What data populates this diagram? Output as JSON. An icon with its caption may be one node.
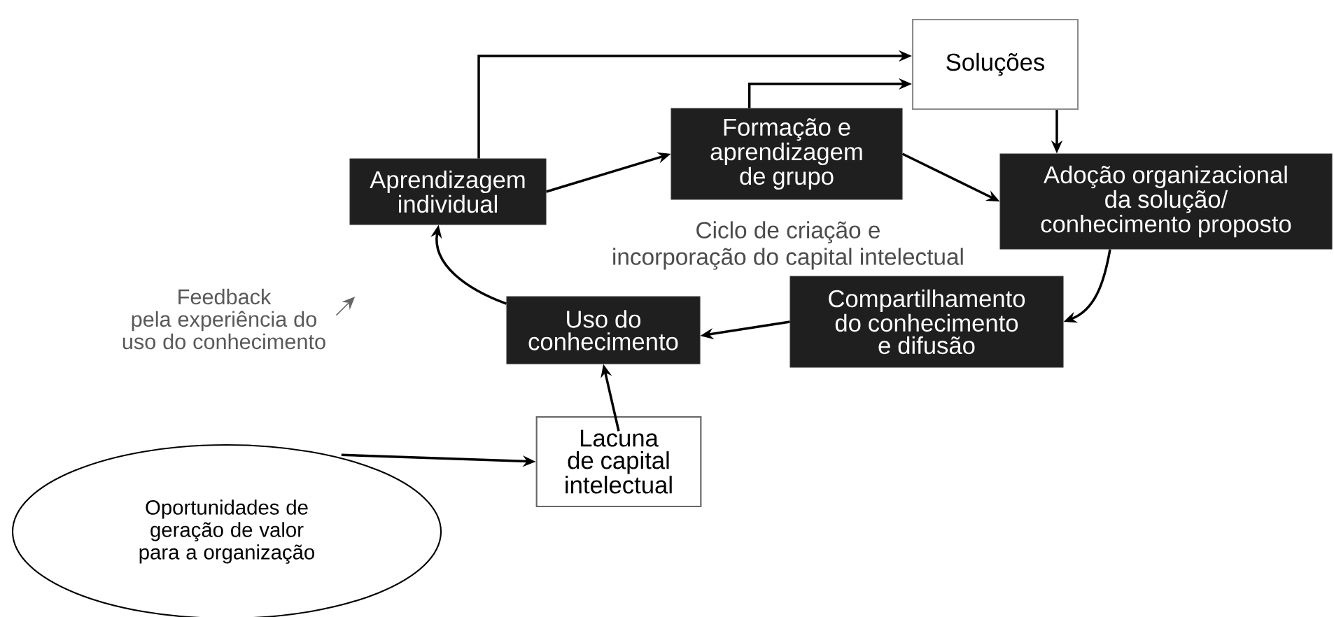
{
  "diagram": {
    "nodes": [
      {
        "text": [
          "Soluções"
        ]
      },
      {
        "text": [
          "Aprendizagem individual"
        ]
      },
      {
        "text": [
          "Formação e aprendizagem de grupo"
        ]
      },
      {
        "text": [
          "Adoção organizacional da solução/ conhecimento proposto"
        ]
      },
      {
        "text": [
          "Compartilhamento do conhecimento e difusão"
        ]
      },
      {
        "text": [
          "Uso do conhecimento"
        ]
      },
      {
        "text": [
          "Lacuna de capital intelectual"
        ]
      },
      {
        "text": [
          "Oportunidades de geração de valor para a organização"
        ]
      },
      {
        "text": [
          "Feedback",
          "pela experiência do uso do conhecimento"
        ]
      }
    ],
    "edges": [
      {
        "from": 1,
        "to": 0,
        "arrow": "to"
      },
      {
        "from": 2,
        "to": 0,
        "arrow": "to"
      },
      {
        "from": 0,
        "to": 3,
        "arrow": "to"
      },
      {
        "from": 1,
        "to": 2,
        "arrow": "to"
      },
      {
        "from": 2,
        "to": 3,
        "arrow": "to"
      },
      {
        "from": 3,
        "to": 4,
        "arrow": "to"
      },
      {
        "from": 4,
        "to": 5,
        "arrow": "to"
      },
      {
        "from": 5,
        "to": 1,
        "arrow": "to"
      },
      {
        "from": 6,
        "to": 5,
        "arrow": "to"
      },
      {
        "from": 7,
        "to": 6,
        "arrow": "to"
      },
      {
        "from": 8,
        "to": null,
        "arrow": "to",
        "color": "#666666"
      }
    ],
    "labels": [
      "Ciclo de criação e",
      "incorporação do capital intelectual"
    ]
  }
}
